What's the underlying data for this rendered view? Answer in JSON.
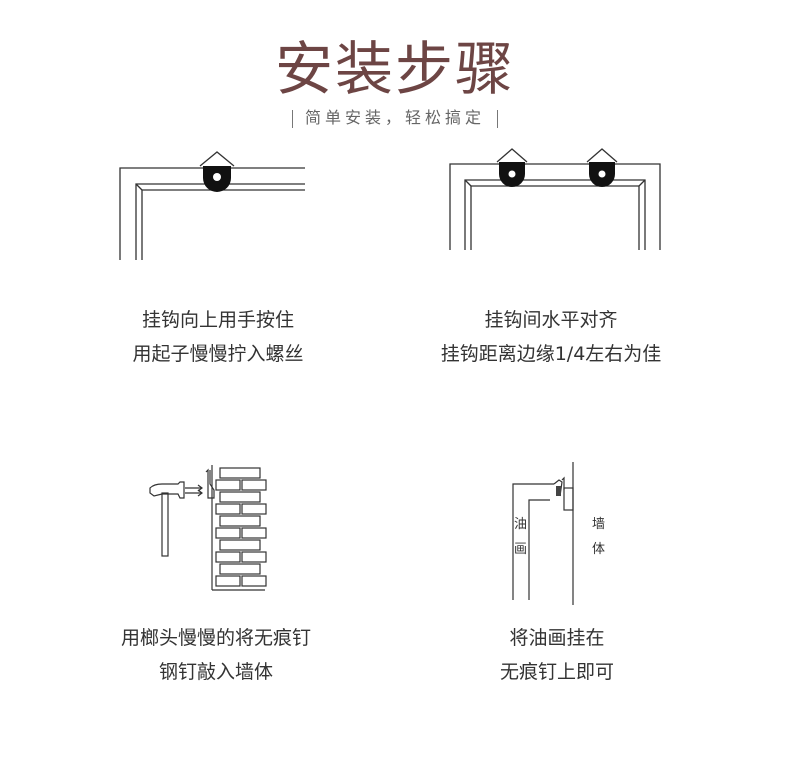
{
  "header": {
    "title": "安装步骤",
    "subtitle": "简单安装，轻松搞定"
  },
  "steps": [
    {
      "line1": "挂钩向上用手按住",
      "line2": "用起子慢慢拧入螺丝"
    },
    {
      "line1": "挂钩间水平对齐",
      "line2": "挂钩距离边缘1/4左右为佳"
    },
    {
      "line1": "用榔头慢慢的将无痕钉",
      "line2": "钢钉敲入墙体"
    },
    {
      "line1": "将油画挂在",
      "line2": "无痕钉上即可"
    }
  ],
  "labels": {
    "painting": [
      "油",
      "画"
    ],
    "wall": [
      "墙",
      "体"
    ]
  }
}
